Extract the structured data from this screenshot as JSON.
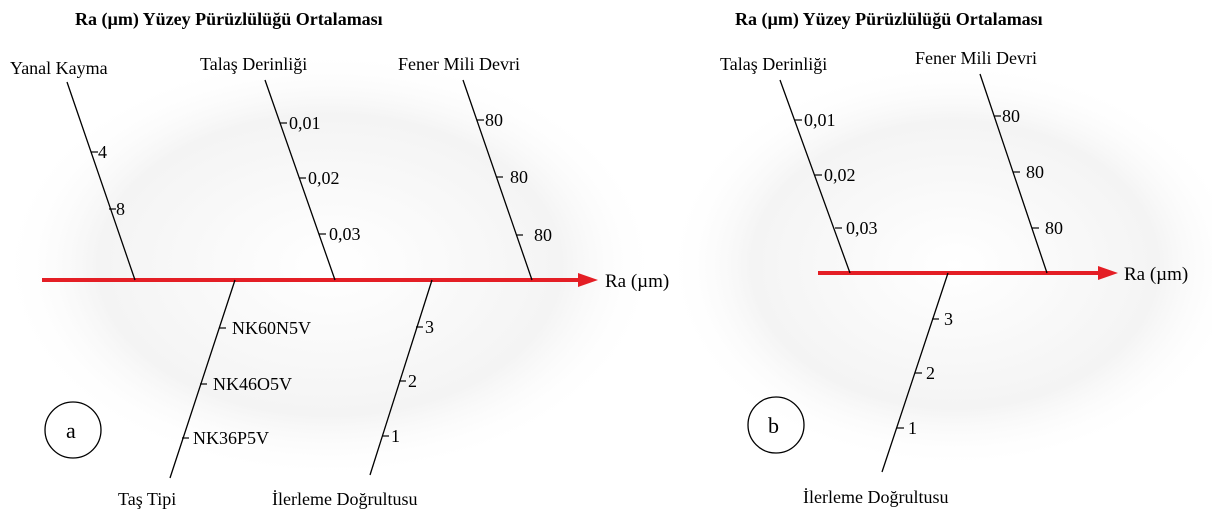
{
  "diagrams": [
    {
      "panel_label": "a",
      "title": "Ra (µm) Yüzey Pürüzlülüğü Ortalaması",
      "output_label": "Ra (µm)",
      "factors": [
        {
          "name": "Yanal Kayma",
          "side": "top",
          "levels": [
            "4",
            "8"
          ]
        },
        {
          "name": "Talaş Derinliği",
          "side": "top",
          "levels": [
            "0,01",
            "0,02",
            "0,03"
          ]
        },
        {
          "name": "Fener Mili Devri",
          "side": "top",
          "levels": [
            "80",
            "80",
            "80"
          ]
        },
        {
          "name": "Taş Tipi",
          "side": "bottom",
          "levels": [
            "NK60N5V",
            "NK46O5V",
            "NK36P5V"
          ]
        },
        {
          "name": "İlerleme Doğrultusu",
          "side": "bottom",
          "levels": [
            "3",
            "2",
            "1"
          ]
        }
      ]
    },
    {
      "panel_label": "b",
      "title": "Ra (µm) Yüzey Pürüzlülüğü Ortalaması",
      "output_label": "Ra (µm)",
      "factors": [
        {
          "name": "Talaş Derinliği",
          "side": "top",
          "levels": [
            "0,01",
            "0,02",
            "0,03"
          ]
        },
        {
          "name": "Fener Mili Devri",
          "side": "top",
          "levels": [
            "80",
            "80",
            "80"
          ]
        },
        {
          "name": "İlerleme Doğrultusu",
          "side": "bottom",
          "levels": [
            "3",
            "2",
            "1"
          ]
        }
      ]
    }
  ]
}
